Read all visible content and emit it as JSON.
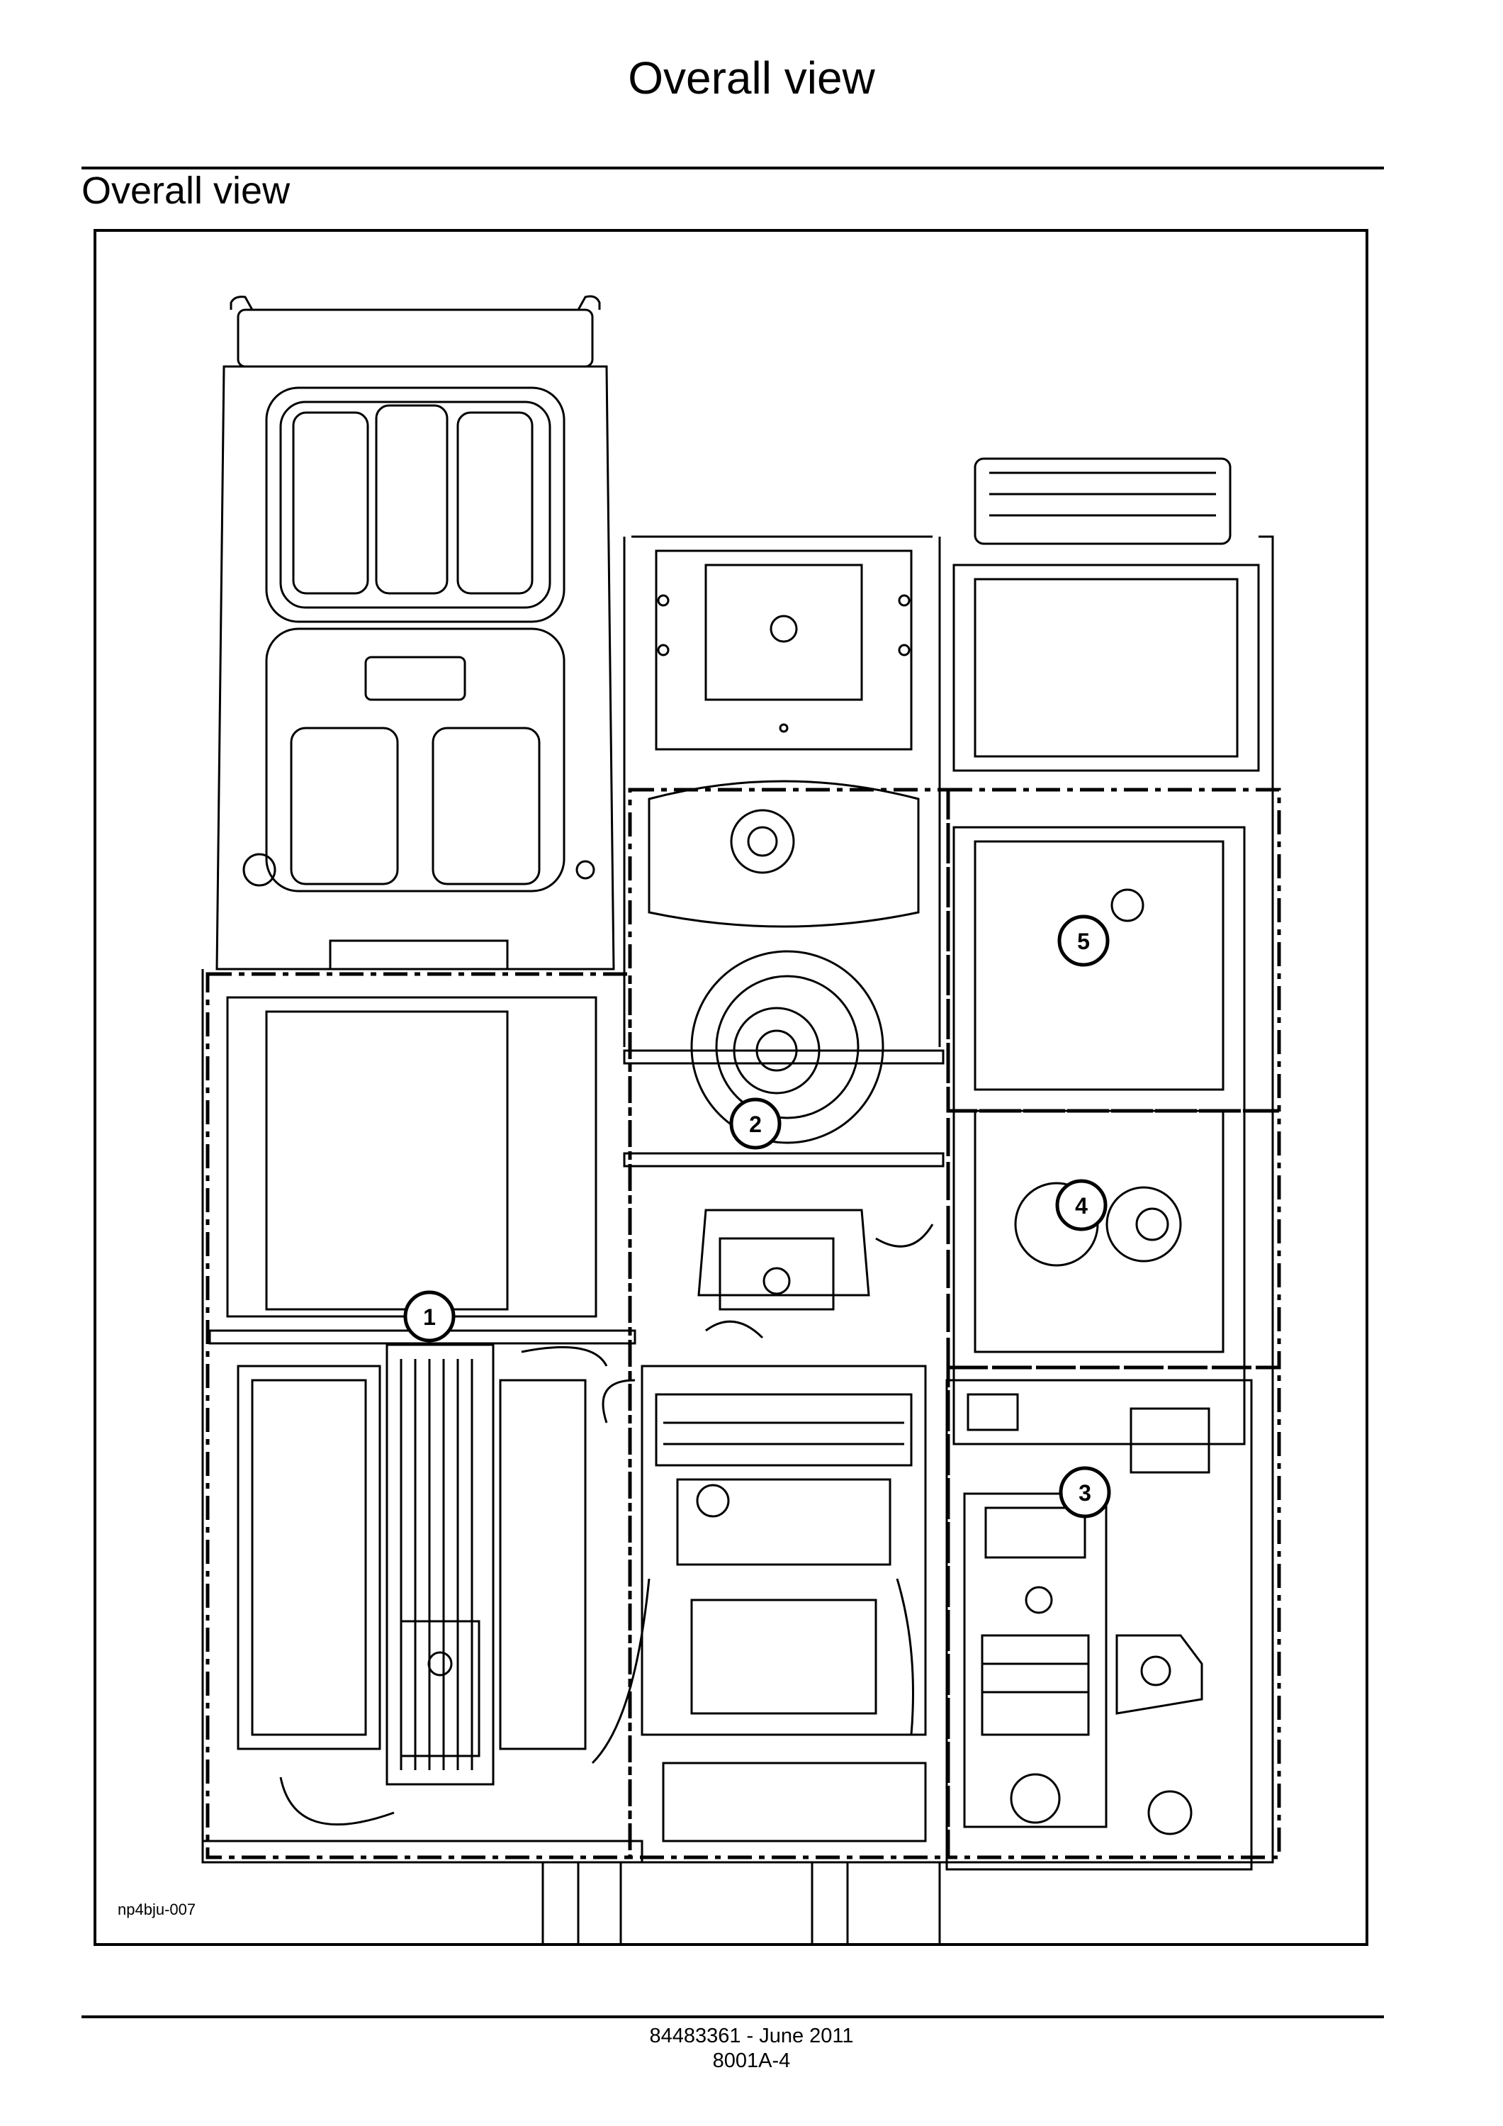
{
  "page": {
    "header_title": "Overall view",
    "section_title": "Overall view",
    "figure_reference": "np4bju-007",
    "footer_line1": "84483361 - June 2011",
    "footer_line2": "8001A-4"
  },
  "figure": {
    "callouts": [
      {
        "label": "1"
      },
      {
        "label": "2"
      },
      {
        "label": "3"
      },
      {
        "label": "4"
      },
      {
        "label": "5"
      }
    ]
  }
}
